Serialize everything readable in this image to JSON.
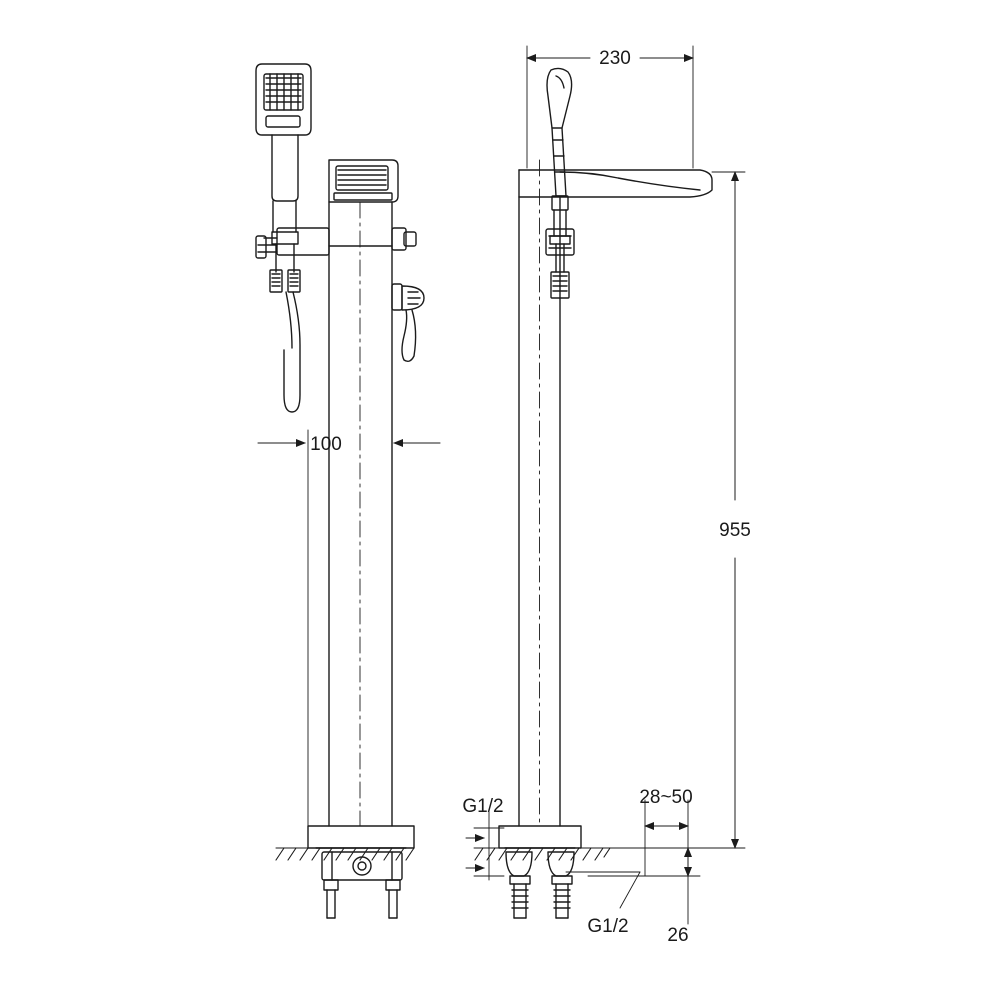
{
  "drawing": {
    "title": "Floor-mounted bath shower mixer technical dimension drawing",
    "line_color": "#1b1b1b",
    "background": "#ffffff",
    "views": [
      {
        "name": "side-view",
        "label": ""
      },
      {
        "name": "front-view",
        "label": ""
      }
    ]
  },
  "dimensions": {
    "spout_projection": "230",
    "base_width": "100",
    "overall_height": "955",
    "floor_offset": "28~50",
    "inlet_height": "26",
    "inlet_thread_top": "G1/2",
    "inlet_thread_bottom": "G1/2"
  },
  "units": "mm"
}
